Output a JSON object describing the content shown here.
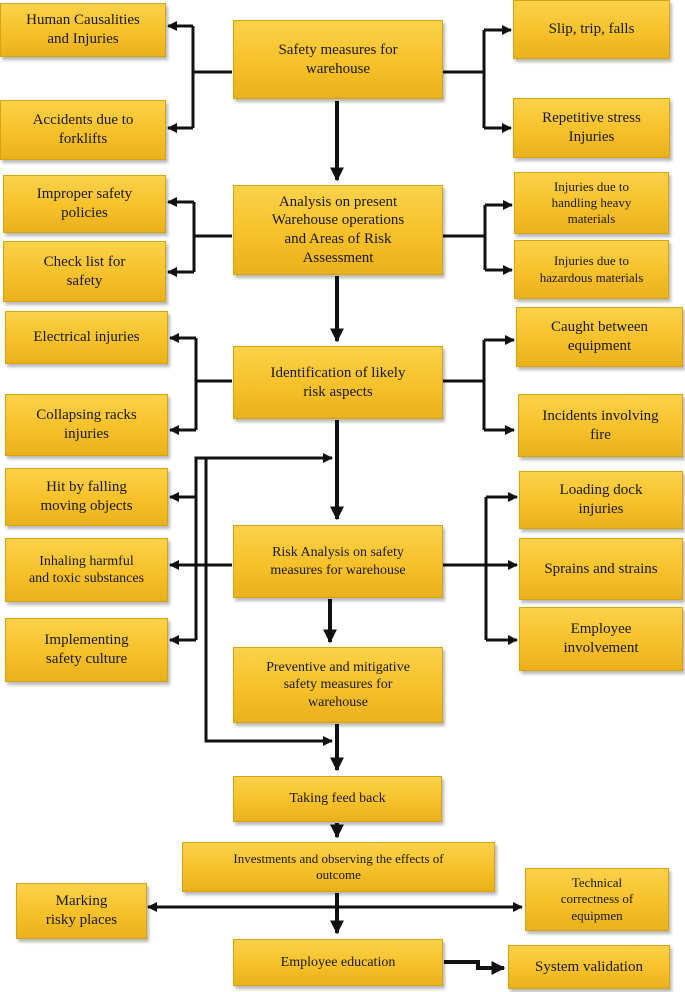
{
  "center": {
    "safety_measures": "Safety measures for\nwarehouse",
    "analysis": "Analysis on present\nWarehouse operations\nand Areas of Risk\nAssessment",
    "identification": "Identification of likely\nrisk aspects",
    "risk_analysis": "Risk Analysis on safety\nmeasures for warehouse",
    "preventive": "Preventive and mitigative\nsafety measures for\nwarehouse",
    "feedback": "Taking feed back",
    "investments": "Investments and observing the effects  of\noutcome",
    "education": "Employee education"
  },
  "left": {
    "human_causalities": "Human Causalities\nand Injuries",
    "forklifts": "Accidents due to\nforklifts",
    "improper_policies": "Improper safety\npolicies",
    "check_list": "Check list for\nsafety",
    "electrical": "Electrical injuries",
    "collapsing_racks": "Collapsing racks\ninjuries",
    "falling_objects": "Hit by falling\nmoving objects",
    "inhaling": "Inhaling harmful\nand toxic substances",
    "safety_culture": "Implementing\nsafety culture",
    "marking": "Marking\nrisky places"
  },
  "right": {
    "slip": "Slip, trip, falls",
    "repetitive": "Repetitive stress\nInjuries",
    "heavy_materials": "Injuries due to\nhandling heavy\nmaterials",
    "hazardous": "Injuries due to\nhazardous materials",
    "caught": "Caught between\nequipment",
    "fire": "Incidents involving\nfire",
    "loading_dock": "Loading dock\ninjuries",
    "sprains": "Sprains and strains",
    "involvement": "Employee\ninvolvement",
    "technical": "Technical\ncorrectness of\nequipmen",
    "validation": "System validation"
  },
  "colors": {
    "box_fill": "#f6c12a",
    "box_border": "#d6a315",
    "connector": "#111111"
  }
}
